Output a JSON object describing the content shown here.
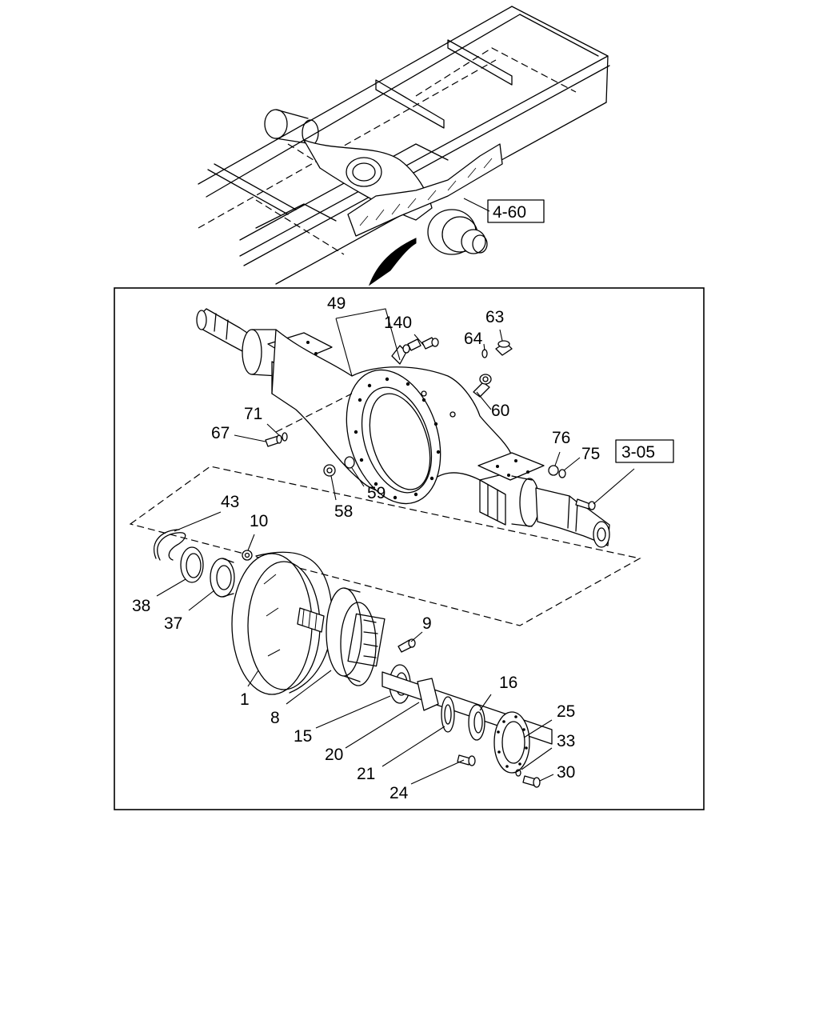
{
  "refs": {
    "ref_top": "4-60",
    "ref_right": "3-05"
  },
  "callouts": {
    "c49": "49",
    "c140": "140",
    "c63": "63",
    "c64": "64",
    "c60": "60",
    "c71": "71",
    "c67": "67",
    "c76": "76",
    "c75": "75",
    "c58": "58",
    "c59": "59",
    "c43": "43",
    "c10": "10",
    "c38": "38",
    "c37": "37",
    "c9": "9",
    "c1": "1",
    "c8": "8",
    "c15": "15",
    "c16": "16",
    "c20": "20",
    "c25": "25",
    "c21": "21",
    "c33": "33",
    "c30": "30",
    "c24": "24"
  }
}
